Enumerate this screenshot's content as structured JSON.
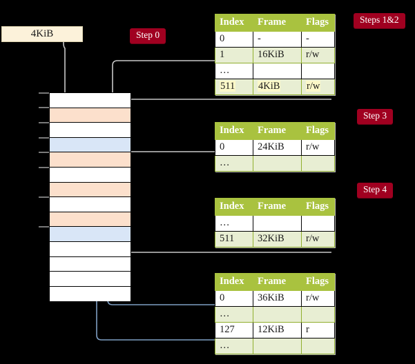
{
  "request": {
    "size_label": "4KiB"
  },
  "steps": {
    "step0": "Step 0",
    "steps12": "Steps 1&2",
    "step3": "Step 3",
    "step4": "Step 4"
  },
  "tables": {
    "headers": [
      "Index",
      "Frame",
      "Flags"
    ],
    "level1": {
      "rows": [
        {
          "index": "0",
          "frame": "-",
          "flags": "-",
          "style": "plain",
          "highlight": false
        },
        {
          "index": "1",
          "frame": "16KiB",
          "flags": "r/w",
          "style": "alt",
          "highlight": false
        },
        {
          "index": "…",
          "frame": "",
          "flags": "",
          "style": "plain",
          "highlight": false
        },
        {
          "index": "511",
          "frame": "4KiB",
          "flags": "r/w",
          "style": "alt",
          "highlight": true
        }
      ]
    },
    "level2": {
      "rows": [
        {
          "index": "0",
          "frame": "24KiB",
          "flags": "r/w",
          "style": "plain",
          "highlight": false
        },
        {
          "index": "…",
          "frame": "",
          "flags": "",
          "style": "alt",
          "highlight": false
        }
      ]
    },
    "level3": {
      "rows": [
        {
          "index": "…",
          "frame": "",
          "flags": "",
          "style": "plain",
          "highlight": false
        },
        {
          "index": "511",
          "frame": "32KiB",
          "flags": "r/w",
          "style": "alt",
          "highlight": false
        }
      ]
    },
    "level4": {
      "rows": [
        {
          "index": "0",
          "frame": "36KiB",
          "flags": "r/w",
          "style": "plain",
          "highlight": false
        },
        {
          "index": "…",
          "frame": "",
          "flags": "",
          "style": "alt",
          "highlight": false
        },
        {
          "index": "127",
          "frame": "12KiB",
          "flags": "r",
          "style": "plain",
          "highlight": false
        },
        {
          "index": "…",
          "frame": "",
          "flags": "",
          "style": "alt",
          "highlight": false
        }
      ]
    }
  },
  "memory": {
    "rows": [
      {
        "fill": "white"
      },
      {
        "fill": "orange"
      },
      {
        "fill": "white"
      },
      {
        "fill": "blue"
      },
      {
        "fill": "orange"
      },
      {
        "fill": "white"
      },
      {
        "fill": "orange"
      },
      {
        "fill": "white"
      },
      {
        "fill": "orange"
      },
      {
        "fill": "blue"
      },
      {
        "fill": "white"
      },
      {
        "fill": "white"
      },
      {
        "fill": "white"
      },
      {
        "fill": "white"
      }
    ],
    "ticks": [
      134,
      155,
      177,
      199,
      220,
      242,
      285,
      328
    ],
    "colors": {
      "free": "#ffffff",
      "used_orange": "#fce0cc",
      "used_blue": "#d9e6f7",
      "border": "#000000"
    }
  },
  "palette": {
    "background": "#000000",
    "table_header_green": "#a9c23f",
    "table_alt_row": "#e8eed3",
    "highlight_yellow": "#fbf8c8",
    "badge_red": "#a00020",
    "request_box": "#fcf2da",
    "wire_gray": "#c9c9c9",
    "wire_blue": "#7f9fc4"
  }
}
